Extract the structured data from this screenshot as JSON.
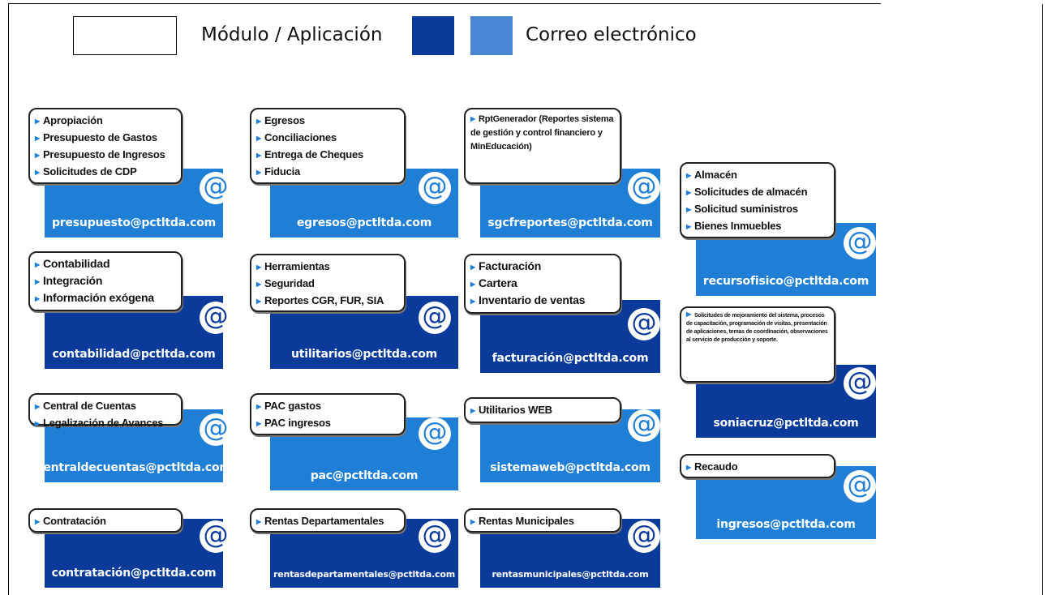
{
  "legend": {
    "module_label": "Módulo / Aplicación",
    "email_label": "Correo electrónico",
    "colors": {
      "dark": "#0a3a9a",
      "light": "#4a86d4"
    }
  },
  "cards": [
    {
      "id": "presupuesto",
      "email": "presupuesto@pctltda.com",
      "tone": "light",
      "items": [
        "Apropiación",
        "Presupuesto de Gastos",
        "Presupuesto de Ingresos",
        "Solicitudes de CDP"
      ]
    },
    {
      "id": "egresos",
      "email": "egresos@pctltda.com",
      "tone": "light",
      "items": [
        "Egresos",
        "Conciliaciones",
        "Entrega de Cheques",
        "Fiducia"
      ]
    },
    {
      "id": "sgcfreportes",
      "email": "sgcfreportes@pctltda.com",
      "tone": "light",
      "items": [
        "RptGenerador (Reportes sistema de gestión y control financiero y MinEducación)"
      ]
    },
    {
      "id": "recursofisico",
      "email": "recursofisico@pctltda.com",
      "tone": "light",
      "items": [
        "Almacén",
        "Solicitudes de almacén",
        "Solicitud suministros",
        "Bienes Inmuebles"
      ]
    },
    {
      "id": "contabilidad",
      "email": "contabilidad@pctltda.com",
      "tone": "dark",
      "items": [
        "Contabilidad",
        "Integración",
        "Información exógena"
      ]
    },
    {
      "id": "utilitarios",
      "email": "utilitarios@pctltda.com",
      "tone": "dark",
      "items": [
        "Herramientas",
        "Seguridad",
        "Reportes CGR, FUR, SIA"
      ]
    },
    {
      "id": "facturacion",
      "email": "facturación@pctltda.com",
      "tone": "dark",
      "items": [
        "Facturación",
        "Cartera",
        "Inventario de ventas"
      ]
    },
    {
      "id": "soniacruz",
      "email": "soniacruz@pctltda.com",
      "tone": "dark",
      "items": [
        "Solicitudes de mejoramiento del sistema, procesos de capacitación, programación de visitas, presentación de aplicaciones, temas de coordinación, observaciones al servicio de producción y soporte."
      ]
    },
    {
      "id": "centraldecuentas",
      "email": "centraldecuentas@pctltda.com",
      "tone": "light",
      "items": [
        "Central de Cuentas",
        "Legalización de Avances"
      ]
    },
    {
      "id": "pac",
      "email": "pac@pctltda.com",
      "tone": "light",
      "items": [
        "PAC gastos",
        "PAC ingresos"
      ]
    },
    {
      "id": "sistemaweb",
      "email": "sistemaweb@pctltda.com",
      "tone": "light",
      "items": [
        "Utilitarios WEB"
      ]
    },
    {
      "id": "ingresos",
      "email": "ingresos@pctltda.com",
      "tone": "light",
      "items": [
        "Recaudo"
      ]
    },
    {
      "id": "contratacion",
      "email": "contratación@pctltda.com",
      "tone": "dark",
      "items": [
        "Contratación"
      ]
    },
    {
      "id": "rentasdepartamentales",
      "email": "rentasdepartamentales@pctltda.com",
      "tone": "dark",
      "items": [
        "Rentas Departamentales"
      ]
    },
    {
      "id": "rentasmunicipales",
      "email": "rentasmunicipales@pctltda.com",
      "tone": "dark",
      "items": [
        "Rentas Municipales"
      ]
    }
  ]
}
